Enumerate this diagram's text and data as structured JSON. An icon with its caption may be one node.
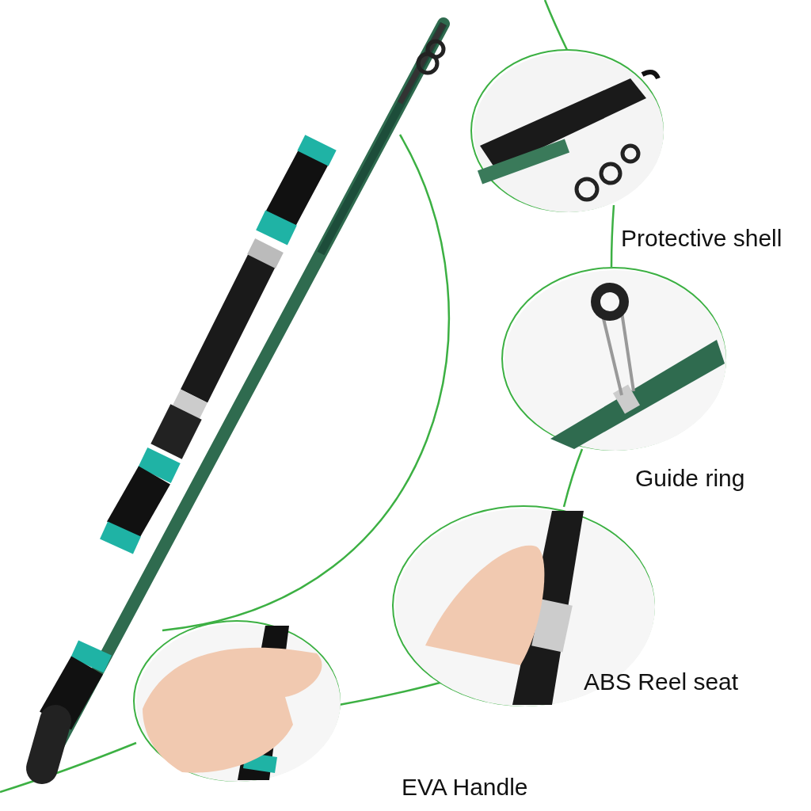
{
  "diagram": {
    "nodes": [
      {
        "text": [],
        "shape": "picture",
        "beside": [
          "Protective shell"
        ]
      },
      {
        "text": [],
        "shape": "picture",
        "beside": [
          "Guide ring"
        ]
      },
      {
        "text": [],
        "shape": "picture",
        "beside": [
          "ABS Reel seat"
        ]
      },
      {
        "text": [],
        "shape": "picture",
        "beside": [
          "EVA Handle"
        ]
      }
    ],
    "edges": [
      {
        "from": null,
        "to": 0,
        "arrow": "none"
      },
      {
        "from": 0,
        "to": 1,
        "arrow": "none"
      },
      {
        "from": 1,
        "to": 2,
        "arrow": "none"
      },
      {
        "from": 2,
        "to": 3,
        "arrow": "none"
      },
      {
        "from": 3,
        "to": null,
        "arrow": "none"
      },
      {
        "from": null,
        "to": 3,
        "arrow": "none"
      }
    ]
  }
}
